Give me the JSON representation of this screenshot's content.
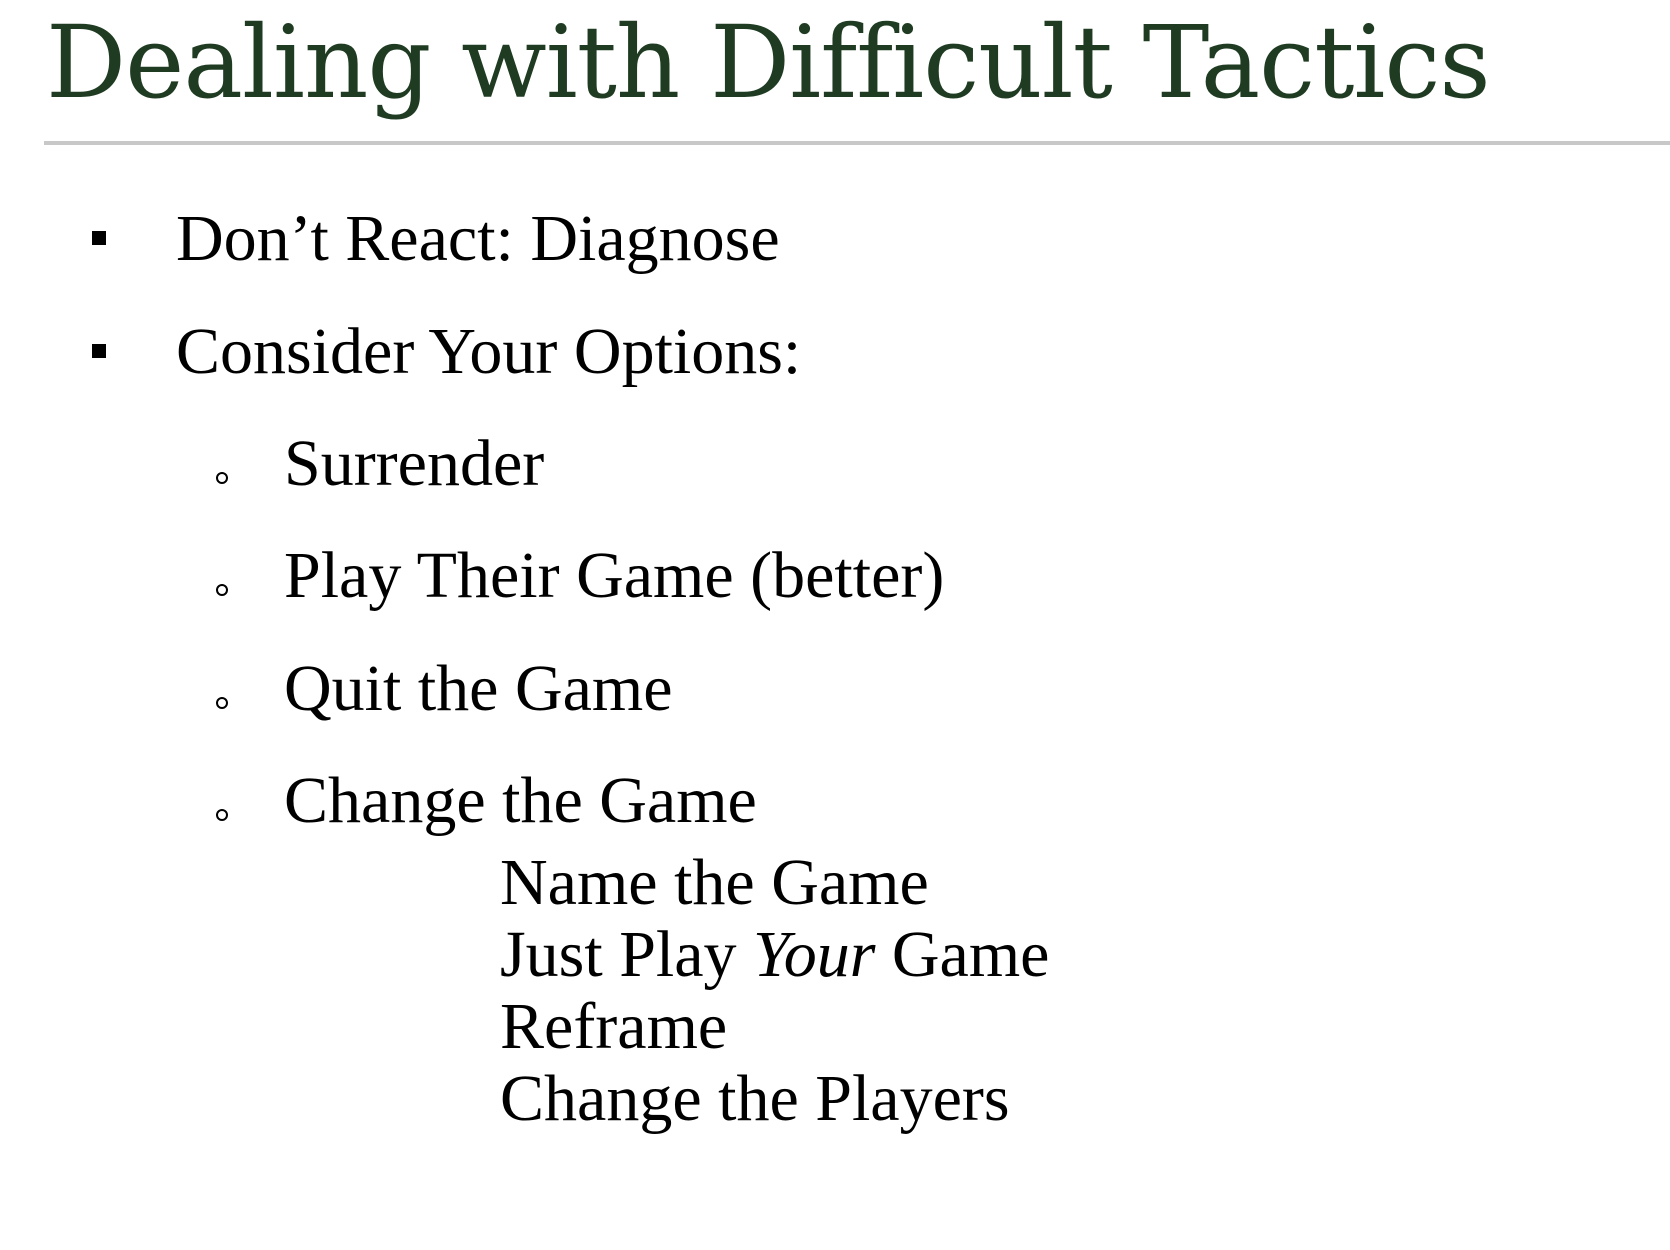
{
  "slide": {
    "title": "Dealing with Difficult Tactics",
    "title_color": "#1f3b22",
    "rule_color": "#c8c8c8",
    "bullets": [
      {
        "text": "Don’t React: Diagnose"
      },
      {
        "text": "Consider Your Options:"
      }
    ],
    "options": [
      {
        "text": "Surrender"
      },
      {
        "text": "Play Their Game (better)"
      },
      {
        "text": "Quit the Game"
      },
      {
        "text": "Change the Game"
      }
    ],
    "change_the_game": {
      "name": "Name the Game",
      "just_play_prefix": "Just Play ",
      "just_play_emphasis": "Your",
      "just_play_suffix": " Game",
      "reframe": "Reframe",
      "players": "Change the Players"
    }
  }
}
